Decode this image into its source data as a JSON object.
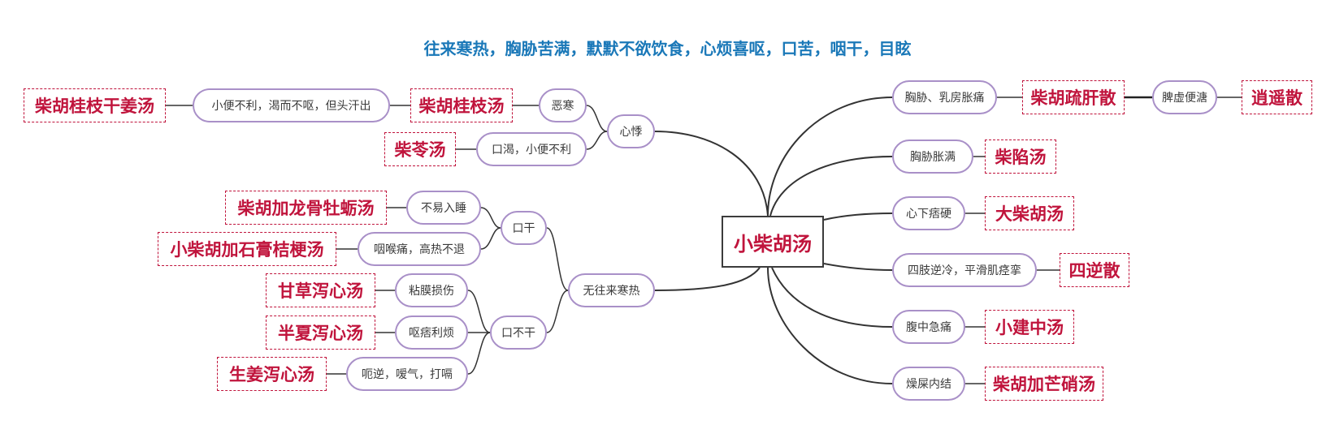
{
  "title": "往来寒热，胸胁苦满，默默不欲饮食，心烦喜呕，口苦，咽干，目眩",
  "root": "小柴胡汤",
  "left": {
    "xinji": {
      "label": "心悸",
      "wuhan": {
        "label": "恶寒",
        "formula": "柴胡桂枝汤",
        "cond": "小便不利，渴而不呕，但头汗出",
        "formula2": "柴胡桂枝干姜汤"
      },
      "kouke": {
        "label": "口渴，小便不利",
        "formula": "柴苓汤"
      }
    },
    "wuwanglai": {
      "label": "无往来寒热",
      "kougan": {
        "label": "口干",
        "items": [
          {
            "label": "不易入睡",
            "formula": "柴胡加龙骨牡蛎汤"
          },
          {
            "label": "咽喉痛，高热不退",
            "formula": "小柴胡加石膏桔梗汤"
          }
        ]
      },
      "kouBugan": {
        "label": "口不干",
        "items": [
          {
            "label": "粘膜损伤",
            "formula": "甘草泻心汤"
          },
          {
            "label": "呕痞利烦",
            "formula": "半夏泻心汤"
          },
          {
            "label": "呃逆，嗳气，打嗝",
            "formula": "生姜泻心汤"
          }
        ]
      }
    }
  },
  "right": [
    {
      "label": "胸胁、乳房胀痛",
      "formula": "柴胡疏肝散",
      "extra": "脾虚便溏",
      "formula2": "逍遥散"
    },
    {
      "label": "胸胁胀满",
      "formula": "柴陷汤"
    },
    {
      "label": "心下痞硬",
      "formula": "大柴胡汤"
    },
    {
      "label": "四肢逆冷，平滑肌痉挛",
      "formula": "四逆散"
    },
    {
      "label": "腹中急痛",
      "formula": "小建中汤"
    },
    {
      "label": "燥屎内结",
      "formula": "柴胡加芒硝汤"
    }
  ]
}
